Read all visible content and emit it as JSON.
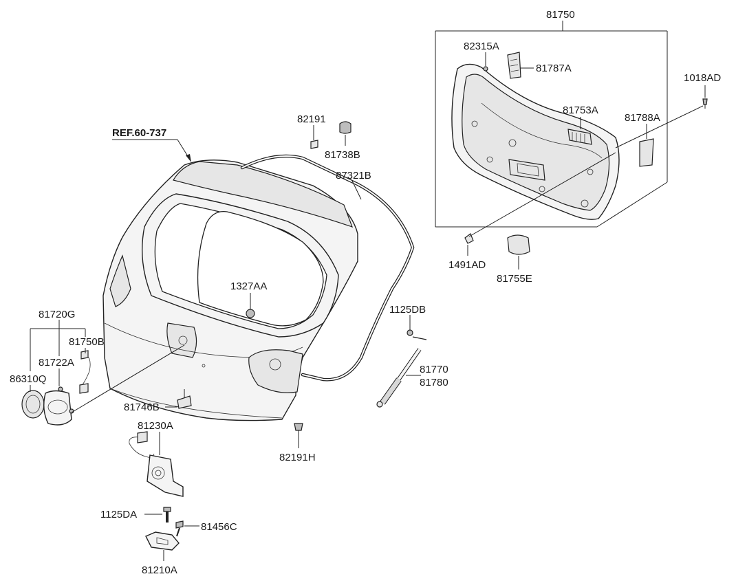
{
  "diagram": {
    "reference_label": "REF.60-737",
    "parts": {
      "p81750": "81750",
      "p82315A": "82315A",
      "p81787A": "81787A",
      "p1018AD": "1018AD",
      "p81753A": "81753A",
      "p81788A": "81788A",
      "p1491AD": "1491AD",
      "p81755E": "81755E",
      "p82191_top": "82191",
      "p81738B": "81738B",
      "p87321B": "87321B",
      "p1327AA": "1327AA",
      "p1125DB": "1125DB",
      "p81770": "81770",
      "p81780": "81780",
      "p81720G": "81720G",
      "p81750B": "81750B",
      "p81722A": "81722A",
      "p86310Q": "86310Q",
      "p81746B": "81746B",
      "p81230A": "81230A",
      "p82191H": "82191H",
      "p1125DA": "1125DA",
      "p81456C": "81456C",
      "p81210A": "81210A"
    }
  }
}
